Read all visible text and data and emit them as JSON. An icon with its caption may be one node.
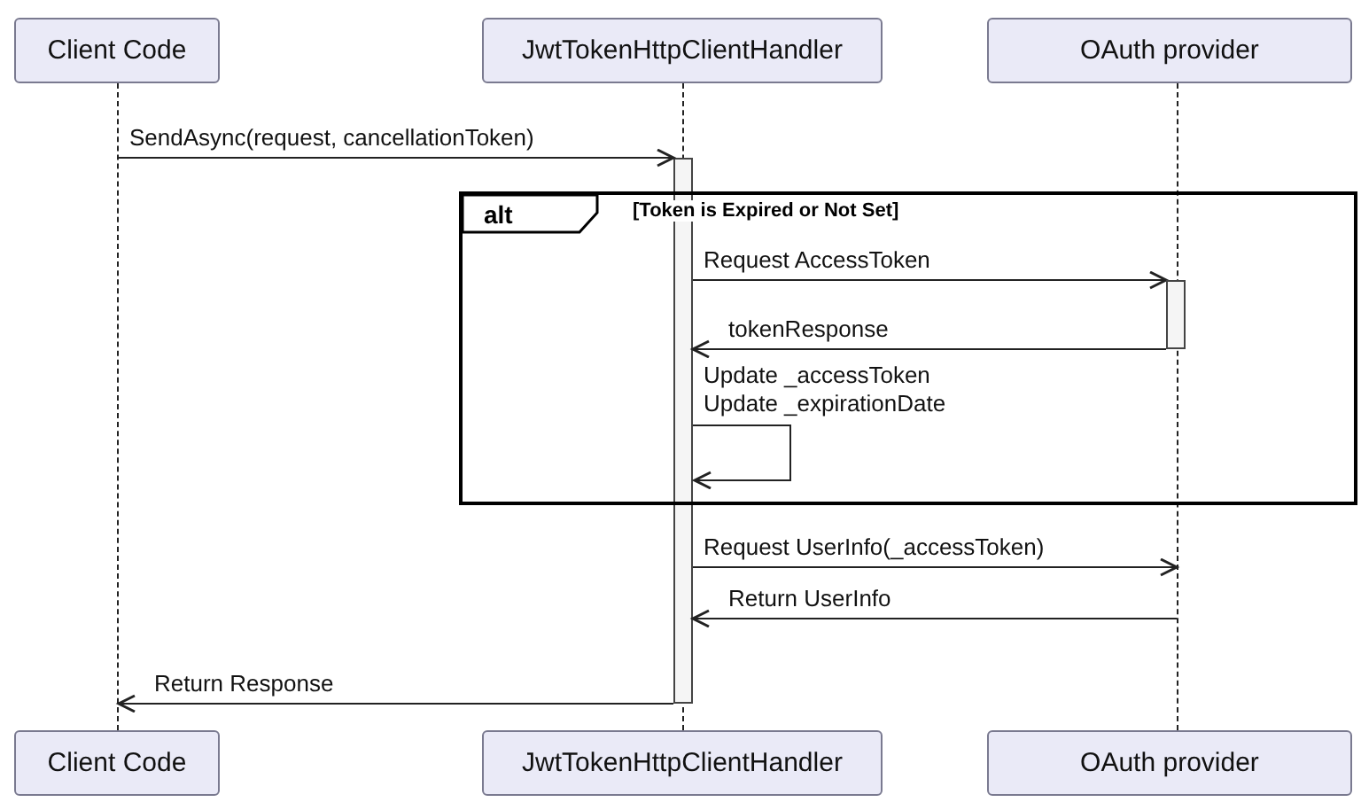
{
  "diagram": {
    "nodes": [
      {
        "text": [
          "Client Code"
        ]
      },
      {
        "text": [
          "JwtTokenHttpClientHandler"
        ]
      },
      {
        "text": [
          "OAuth provider"
        ]
      },
      {
        "text": [
          "Client Code"
        ]
      },
      {
        "text": [
          "JwtTokenHttpClientHandler"
        ]
      },
      {
        "text": [
          "OAuth provider"
        ]
      },
      {
        "text": [
          "alt",
          "[Token is Expired or Not Set]"
        ]
      },
      {
        "text": [],
        "shape": "line"
      },
      {
        "text": [],
        "shape": "line"
      },
      {
        "text": [],
        "shape": "line"
      },
      {
        "text": [],
        "shape": "bar"
      },
      {
        "text": [],
        "shape": "bar",
        "in": 6
      }
    ],
    "edges": [
      {
        "from": 7,
        "to": 10,
        "arrow": "to",
        "label": "SendAsync(request, cancellationToken)"
      },
      {
        "from": 10,
        "to": 11,
        "arrow": "to",
        "label": "Request AccessToken"
      },
      {
        "from": 11,
        "to": 10,
        "arrow": "to",
        "label": "tokenResponse"
      },
      {
        "from": 10,
        "to": 10,
        "arrow": "to",
        "label": "Update _accessToken Update _expirationDate"
      },
      {
        "from": 10,
        "to": 9,
        "arrow": "to",
        "label": "Request UserInfo(_accessToken)"
      },
      {
        "from": 9,
        "to": 10,
        "arrow": "to",
        "label": "Return UserInfo"
      },
      {
        "from": 10,
        "to": 7,
        "arrow": "to",
        "label": "Return Response"
      }
    ]
  }
}
